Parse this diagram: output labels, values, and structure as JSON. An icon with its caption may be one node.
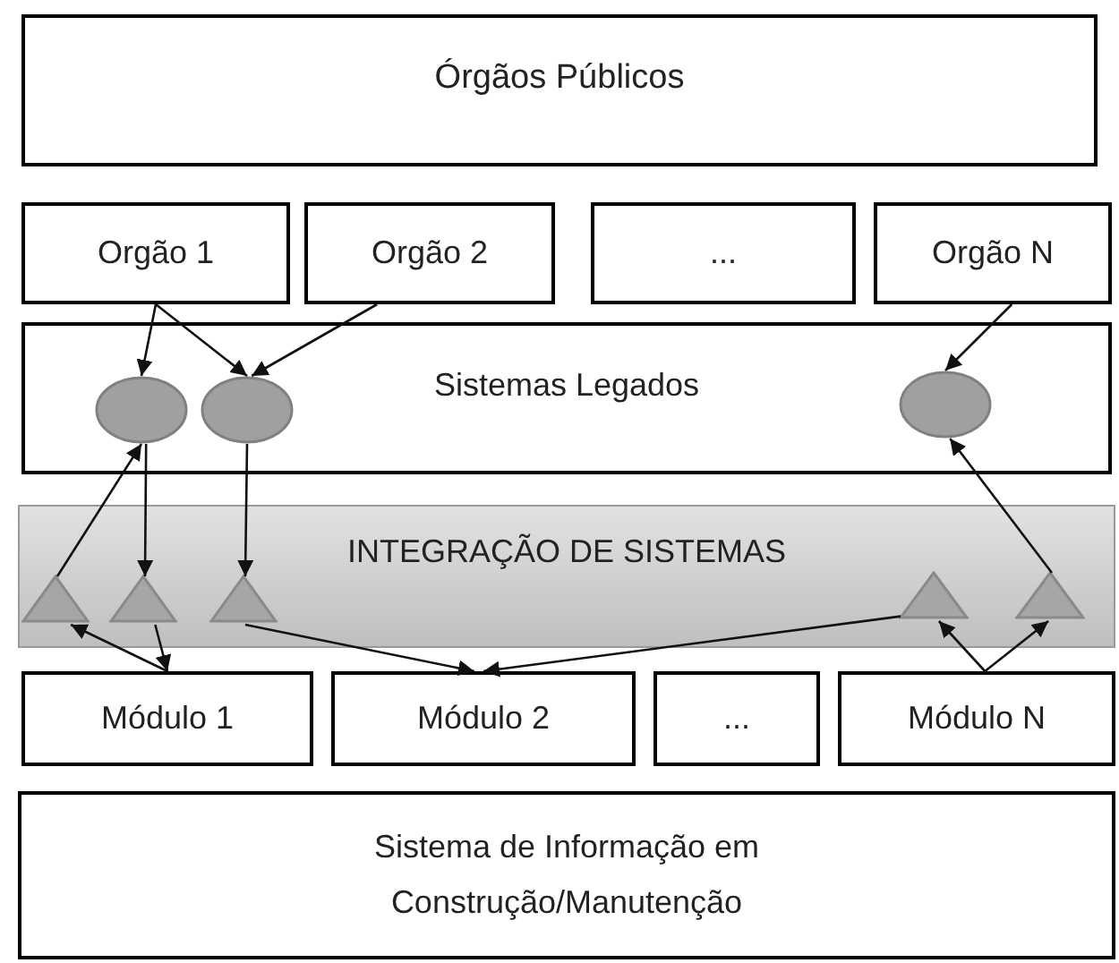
{
  "diagram": {
    "nodes": [
      {
        "text": [
          "Órgãos Públicos"
        ]
      },
      {
        "text": [
          "Orgão 1"
        ]
      },
      {
        "text": [
          "Orgão 2"
        ]
      },
      {
        "text": [
          "..."
        ]
      },
      {
        "text": [
          "Orgão N"
        ]
      },
      {
        "text": [
          "Sistemas Legados"
        ]
      },
      {
        "text": [],
        "shape": "circle",
        "in": 5
      },
      {
        "text": [],
        "shape": "circle",
        "in": 5
      },
      {
        "text": [],
        "shape": "circle",
        "in": 5
      },
      {
        "text": [
          "INTEGRAÇÃO DE SISTEMAS"
        ]
      },
      {
        "text": [],
        "shape": "triangle",
        "in": 9
      },
      {
        "text": [],
        "shape": "triangle",
        "in": 9
      },
      {
        "text": [],
        "shape": "triangle",
        "in": 9
      },
      {
        "text": [],
        "shape": "triangle",
        "in": 9
      },
      {
        "text": [],
        "shape": "triangle",
        "in": 9
      },
      {
        "text": [
          "Módulo  1"
        ]
      },
      {
        "text": [
          "Módulo 2"
        ]
      },
      {
        "text": [
          "..."
        ]
      },
      {
        "text": [
          "Módulo N"
        ]
      },
      {
        "text": [
          "Sistema de Informação em Construção/Manutenção"
        ]
      }
    ],
    "edges": [
      {
        "from": 1,
        "to": 6,
        "arrow": "to"
      },
      {
        "from": 1,
        "to": 7,
        "arrow": "to"
      },
      {
        "from": 2,
        "to": 7,
        "arrow": "to"
      },
      {
        "from": 4,
        "to": 8,
        "arrow": "to"
      },
      {
        "from": 10,
        "to": 6,
        "arrow": "to"
      },
      {
        "from": 6,
        "to": 11,
        "arrow": "to"
      },
      {
        "from": 7,
        "to": 12,
        "arrow": "to"
      },
      {
        "from": 15,
        "to": 10,
        "arrow": "to"
      },
      {
        "from": 11,
        "to": 15,
        "arrow": "to"
      },
      {
        "from": 12,
        "to": 16,
        "arrow": "to"
      },
      {
        "from": 13,
        "to": 16,
        "arrow": "to"
      },
      {
        "from": 18,
        "to": 13,
        "arrow": "to"
      },
      {
        "from": 18,
        "to": 14,
        "arrow": "to"
      },
      {
        "from": 14,
        "to": 8,
        "arrow": "to"
      }
    ]
  }
}
